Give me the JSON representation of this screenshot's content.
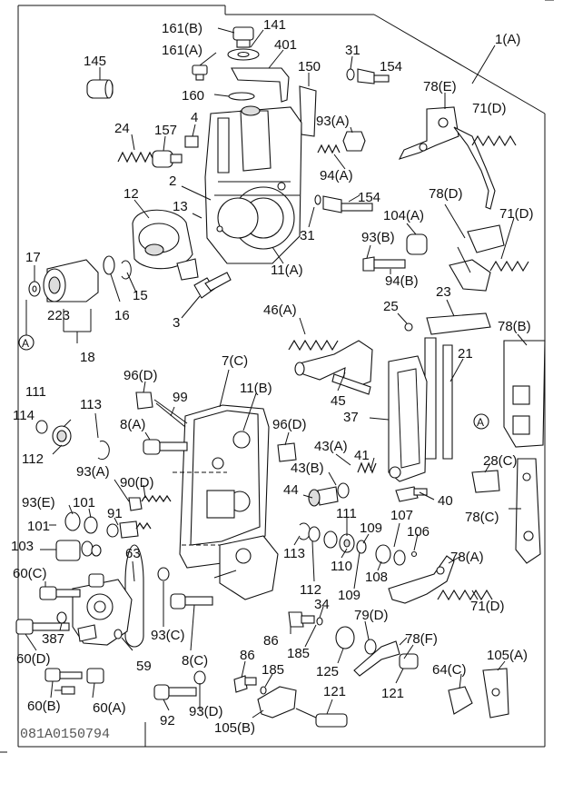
{
  "figure_code": "081A0150794",
  "callouts": {
    "p161b": "161(B)",
    "p141": "141",
    "p161a": "161(A)",
    "p401": "401",
    "p145": "145",
    "p160": "160",
    "p150": "150",
    "p31a": "31",
    "p154a": "154",
    "p1a": "1(A)",
    "p78e": "78(E)",
    "p71d_a": "71(D)",
    "p24": "24",
    "p157": "157",
    "p4": "4",
    "p93a_a": "93(A)",
    "p94a": "94(A)",
    "p2": "2",
    "p12": "12",
    "p13": "13",
    "p154b": "154",
    "p78d": "78(D)",
    "p71d_b": "71(D)",
    "p104a": "104(A)",
    "p93b": "93(B)",
    "p31b": "31",
    "p94b": "94(B)",
    "p11a": "11(A)",
    "p17": "17",
    "p15": "15",
    "p16": "16",
    "p223": "223",
    "p3": "3",
    "p23": "23",
    "p25": "25",
    "p78b": "78(B)",
    "p46a": "46(A)",
    "p18": "18",
    "p21": "21",
    "p96d_a": "96(D)",
    "p7c": "7(C)",
    "p11b": "11(B)",
    "p45": "45",
    "p111a": "111",
    "p99": "99",
    "p113a": "113",
    "p114": "114",
    "p8a": "8(A)",
    "p37": "37",
    "p96d_b": "96(D)",
    "p112a": "112",
    "p43a": "43(A)",
    "p93a_b": "93(A)",
    "p90d": "90(D)",
    "p43b": "43(B)",
    "p41": "41",
    "p28c": "28(C)",
    "p44": "44",
    "p93e": "93(E)",
    "p101a": "101",
    "p91": "91",
    "p111b": "111",
    "p40": "40",
    "p107": "107",
    "p78c": "78(C)",
    "p101b": "101",
    "p109a": "109",
    "p106": "106",
    "p103": "103",
    "p63": "63",
    "p113b": "113",
    "p110": "110",
    "p108": "108",
    "p78a": "78(A)",
    "p60c": "60(C)",
    "p112b": "112",
    "p109b": "109",
    "p34": "34",
    "p79d": "79(D)",
    "p71d_c": "71(D)",
    "p387": "387",
    "p93c": "93(C)",
    "p86a": "86",
    "p78f": "78(F)",
    "p60d": "60(D)",
    "p59": "59",
    "p8c": "8(C)",
    "p185a": "185",
    "p125": "125",
    "p105a": "105(A)",
    "p86b": "86",
    "p185b": "185",
    "p64c": "64(C)",
    "p60b": "60(B)",
    "p60a": "60(A)",
    "p121a": "121",
    "p121b": "121",
    "p92": "92",
    "p93d": "93(D)",
    "p105b": "105(B)"
  },
  "ref_markers": {
    "a1": "A",
    "a2": "A"
  }
}
